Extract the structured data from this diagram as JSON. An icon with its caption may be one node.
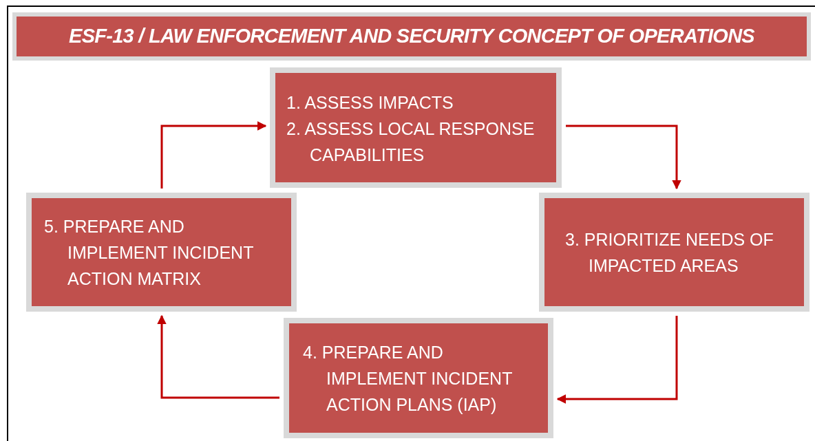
{
  "diagram": {
    "title": "ESF-13 / LAW ENFORCEMENT AND SECURITY CONCEPT OF OPERATIONS",
    "nodes": [
      {
        "text": [
          "1. ASSESS IMPACTS",
          "2. ASSESS LOCAL RESPONSE CAPABILITIES"
        ]
      },
      {
        "text": [
          "3. PRIORITIZE NEEDS OF IMPACTED AREAS"
        ]
      },
      {
        "text": [
          "4. PREPARE AND IMPLEMENT INCIDENT ACTION PLANS (IAP)"
        ]
      },
      {
        "text": [
          "5. PREPARE AND IMPLEMENT INCIDENT ACTION MATRIX"
        ]
      }
    ],
    "edges": [
      {
        "from": 0,
        "to": 1,
        "arrow": "to"
      },
      {
        "from": 1,
        "to": 2,
        "arrow": "to"
      },
      {
        "from": 2,
        "to": 3,
        "arrow": "to"
      },
      {
        "from": 3,
        "to": 0,
        "arrow": "to"
      }
    ]
  }
}
